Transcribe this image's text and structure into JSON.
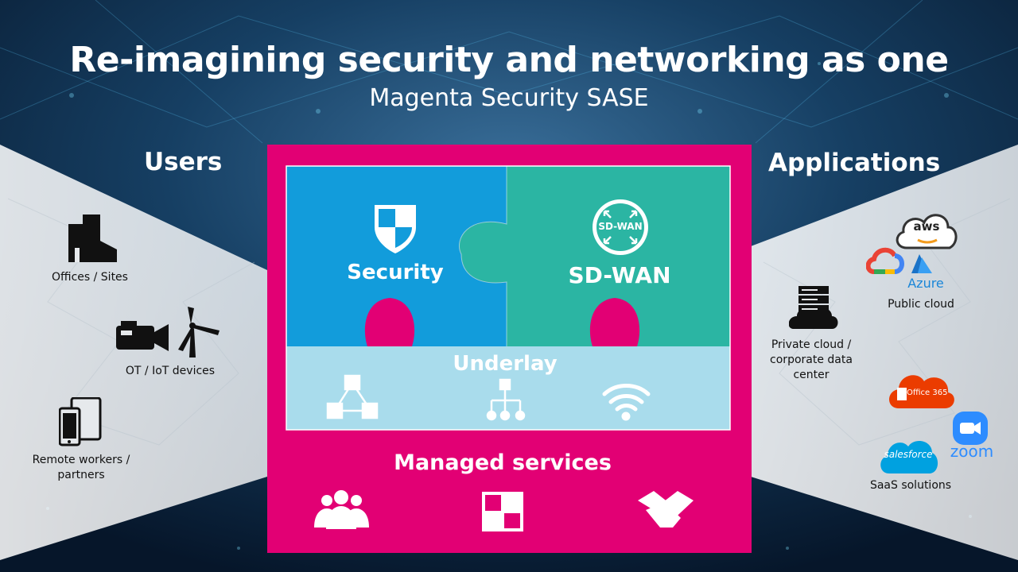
{
  "header": {
    "title": "Re-imagining security and networking as one",
    "subtitle": "Magenta Security SASE"
  },
  "users": {
    "title": "Users",
    "items": [
      {
        "label": "Offices / Sites",
        "icon": "buildings-icon"
      },
      {
        "label": "OT / IoT devices",
        "icon": "camera-icon"
      },
      {
        "label": "Remote workers / partners",
        "icon": "mobile-devices-icon"
      }
    ]
  },
  "applications": {
    "title": "Applications",
    "public_cloud": {
      "label": "Public cloud",
      "aws": "aws",
      "azure": "Azure"
    },
    "private_cloud": {
      "label": "Private cloud / corporate data center"
    },
    "saas": {
      "label": "SaaS solutions",
      "office": "Office 365",
      "salesforce": "salesforce",
      "zoom": "zoom"
    }
  },
  "core": {
    "security": "Security",
    "sdwan": "SD-WAN",
    "sdwan_badge": "SD-WAN",
    "underlay": "Underlay",
    "managed": "Managed services"
  },
  "colors": {
    "magenta": "#e20074",
    "security_blue": "#129cdb",
    "sdwan_teal": "#2bb5a3",
    "underlay_light": "#a9dcec"
  }
}
